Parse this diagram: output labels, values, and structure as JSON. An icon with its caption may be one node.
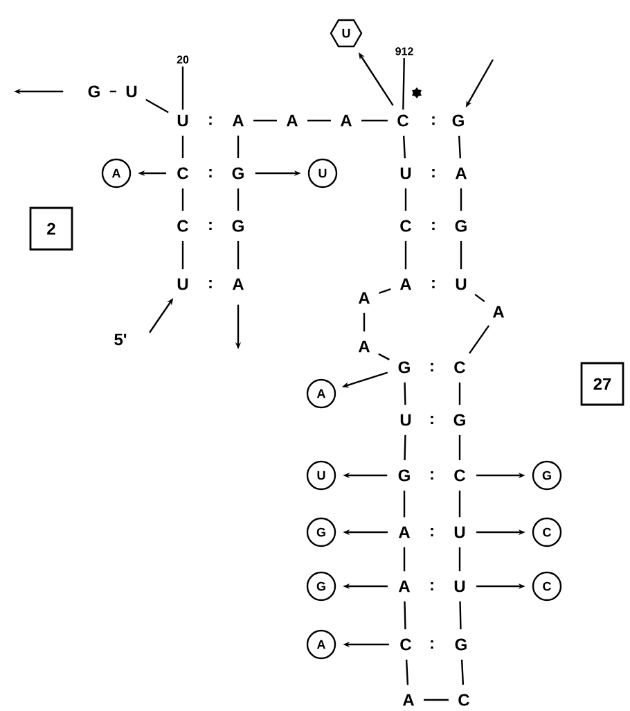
{
  "diagram": {
    "nodes": [
      {
        "text": [
          "U"
        ]
      },
      {
        "text": [
          "912"
        ]
      },
      {
        "text": [
          "20"
        ]
      },
      {
        "text": [
          "G"
        ]
      },
      {
        "text": [
          "U"
        ]
      },
      {
        "text": [
          "U"
        ]
      },
      {
        "text": [
          "A"
        ]
      },
      {
        "text": [
          "A"
        ]
      },
      {
        "text": [
          "A"
        ]
      },
      {
        "text": [
          "C"
        ]
      },
      {
        "text": [
          "G"
        ]
      },
      {
        "text": [
          "A"
        ]
      },
      {
        "text": [
          "C"
        ]
      },
      {
        "text": [
          "G"
        ]
      },
      {
        "text": [
          "U"
        ]
      },
      {
        "text": [
          "U"
        ]
      },
      {
        "text": [
          "A"
        ]
      },
      {
        "text": [
          "2"
        ]
      },
      {
        "text": [
          "C"
        ]
      },
      {
        "text": [
          "G"
        ]
      },
      {
        "text": [
          "C"
        ]
      },
      {
        "text": [
          "G"
        ]
      },
      {
        "text": [
          "U"
        ]
      },
      {
        "text": [
          "A"
        ]
      },
      {
        "text": [
          "A"
        ]
      },
      {
        "text": [
          "U"
        ]
      },
      {
        "text": [
          "A"
        ]
      },
      {
        "text": [
          "A"
        ]
      },
      {
        "text": [
          "A"
        ]
      },
      {
        "text": [
          "G"
        ]
      },
      {
        "text": [
          "C"
        ]
      },
      {
        "text": [
          "27"
        ]
      },
      {
        "text": [
          "A"
        ]
      },
      {
        "text": [
          "U"
        ]
      },
      {
        "text": [
          "G"
        ]
      },
      {
        "text": [
          "U"
        ]
      },
      {
        "text": [
          "G"
        ]
      },
      {
        "text": [
          "C"
        ]
      },
      {
        "text": [
          "G"
        ]
      },
      {
        "text": [
          "G"
        ]
      },
      {
        "text": [
          "A"
        ]
      },
      {
        "text": [
          "U"
        ]
      },
      {
        "text": [
          "C"
        ]
      },
      {
        "text": [
          "G"
        ]
      },
      {
        "text": [
          "A"
        ]
      },
      {
        "text": [
          "U"
        ]
      },
      {
        "text": [
          "C"
        ]
      },
      {
        "text": [
          "A"
        ]
      },
      {
        "text": [
          "C"
        ]
      },
      {
        "text": [
          "G"
        ]
      },
      {
        "text": [
          "A"
        ]
      },
      {
        "text": [
          "C"
        ]
      }
    ],
    "edges": [
      {
        "from": 3,
        "to": 4,
        "arrow": "none"
      },
      {
        "from": 4,
        "to": 5,
        "arrow": "none"
      },
      {
        "from": 2,
        "to": 5,
        "arrow": "none"
      },
      {
        "from": 5,
        "to": 12,
        "arrow": "none"
      },
      {
        "from": 12,
        "to": 18,
        "arrow": "none"
      },
      {
        "from": 18,
        "to": 22,
        "arrow": "none"
      },
      {
        "from": 6,
        "to": 13,
        "arrow": "none"
      },
      {
        "from": 13,
        "to": 19,
        "arrow": "none"
      },
      {
        "from": 19,
        "to": 23,
        "arrow": "none"
      },
      {
        "from": 6,
        "to": 7,
        "arrow": "none"
      },
      {
        "from": 7,
        "to": 8,
        "arrow": "none"
      },
      {
        "from": 8,
        "to": 9,
        "arrow": "none"
      },
      {
        "from": 9,
        "to": 15,
        "arrow": "none"
      },
      {
        "from": 15,
        "to": 20,
        "arrow": "none"
      },
      {
        "from": 20,
        "to": 24,
        "arrow": "none"
      },
      {
        "from": 24,
        "to": 26,
        "arrow": "none"
      },
      {
        "from": 26,
        "to": 28,
        "arrow": "none"
      },
      {
        "from": 28,
        "to": 29,
        "arrow": "none"
      },
      {
        "from": 29,
        "to": 33,
        "arrow": "none"
      },
      {
        "from": 33,
        "to": 36,
        "arrow": "none"
      },
      {
        "from": 36,
        "to": 40,
        "arrow": "none"
      },
      {
        "from": 40,
        "to": 44,
        "arrow": "none"
      },
      {
        "from": 44,
        "to": 48,
        "arrow": "none"
      },
      {
        "from": 48,
        "to": 50,
        "arrow": "none"
      },
      {
        "from": 50,
        "to": 51,
        "arrow": "none"
      },
      {
        "from": 51,
        "to": 49,
        "arrow": "none"
      },
      {
        "from": 49,
        "to": 45,
        "arrow": "none"
      },
      {
        "from": 45,
        "to": 41,
        "arrow": "none"
      },
      {
        "from": 41,
        "to": 37,
        "arrow": "none"
      },
      {
        "from": 37,
        "to": 34,
        "arrow": "none"
      },
      {
        "from": 34,
        "to": 30,
        "arrow": "none"
      },
      {
        "from": 30,
        "to": 27,
        "arrow": "none"
      },
      {
        "from": 27,
        "to": 25,
        "arrow": "none"
      },
      {
        "from": 25,
        "to": 21,
        "arrow": "none"
      },
      {
        "from": 21,
        "to": 16,
        "arrow": "none"
      },
      {
        "from": 16,
        "to": 10,
        "arrow": "none"
      },
      {
        "from": 1,
        "to": 9,
        "arrow": "none"
      },
      {
        "from": 9,
        "to": 0,
        "arrow": "to"
      },
      {
        "from": 12,
        "to": 11,
        "arrow": "to"
      },
      {
        "from": 13,
        "to": 14,
        "arrow": "to"
      },
      {
        "from": 29,
        "to": 32,
        "arrow": "to"
      },
      {
        "from": 36,
        "to": 35,
        "arrow": "to"
      },
      {
        "from": 37,
        "to": 38,
        "arrow": "to"
      },
      {
        "from": 40,
        "to": 39,
        "arrow": "to"
      },
      {
        "from": 41,
        "to": 42,
        "arrow": "to"
      },
      {
        "from": 44,
        "to": 43,
        "arrow": "to"
      },
      {
        "from": 45,
        "to": 46,
        "arrow": "to"
      },
      {
        "from": 48,
        "to": 47,
        "arrow": "to"
      },
      {
        "from": 3,
        "to": null,
        "arrow": "to"
      },
      {
        "from": null,
        "to": 22,
        "arrow": "to"
      },
      {
        "from": 23,
        "to": null,
        "arrow": "to"
      },
      {
        "from": null,
        "to": 10,
        "arrow": "to"
      }
    ],
    "labels": [
      "5'",
      ":",
      ":",
      ":",
      ":",
      ":",
      ":",
      ":",
      ":",
      ":",
      ":",
      ":",
      ":",
      ":",
      ":"
    ]
  }
}
